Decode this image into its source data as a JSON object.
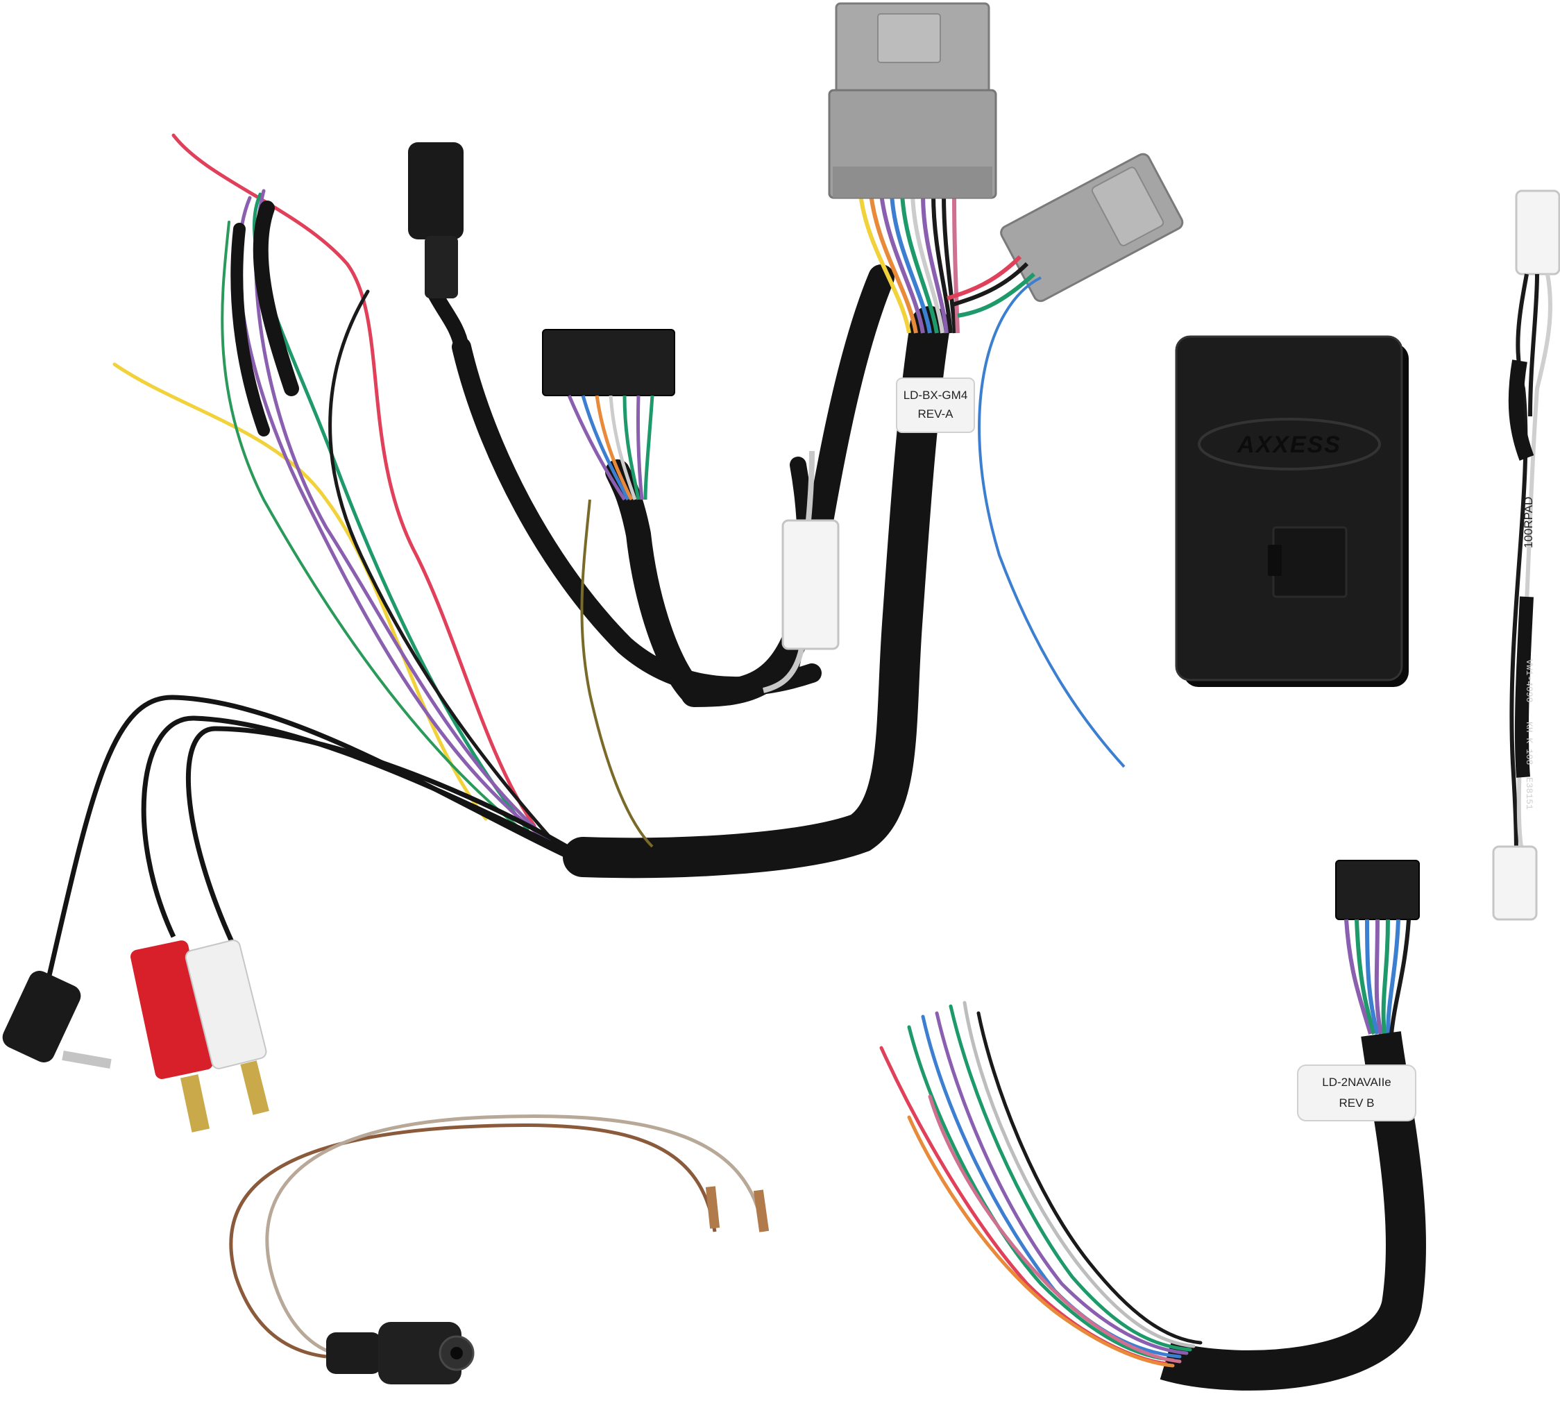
{
  "labels": {
    "harness_main_line1": "LD-BX-GM4",
    "harness_main_line2": "REV-A",
    "harness_lower_line1": "LD-2NAVAIIe",
    "harness_lower_line2": "REV B",
    "module_brand": "AXXESS",
    "side_harness_text": "100RPAD",
    "side_harness_print1": "VW1-4090",
    "side_harness_print2": "KH K-108",
    "side_harness_print3": "E38151"
  },
  "colors": {
    "background": "#ffffff",
    "loom_black": "#141414",
    "connector_gray": "#a9a9a9",
    "module_black": "#1c1c1c",
    "wire_red": "#e0405a",
    "wire_yellow": "#f2d23a",
    "wire_green": "#1e9a6a",
    "wire_purple": "#8a5fb0",
    "wire_blue": "#3c7fd0",
    "wire_brown": "#8a5a3a",
    "wire_orange": "#e88a3a",
    "rca_red": "#d8202a",
    "rca_white": "#f0f0f0",
    "plug_gold": "#c9a94a"
  },
  "icons": {
    "main_gray_connector": "gray-24pin-connector-icon",
    "secondary_gray_connector": "gray-small-connector-icon",
    "black_16pin_connector": "black-16pin-connector-icon",
    "black_module": "interface-module-icon",
    "rca_plugs": "rca-plug-icon",
    "aux_jack": "3.5mm-jack-icon",
    "white_connector": "white-2pin-connector-icon"
  }
}
